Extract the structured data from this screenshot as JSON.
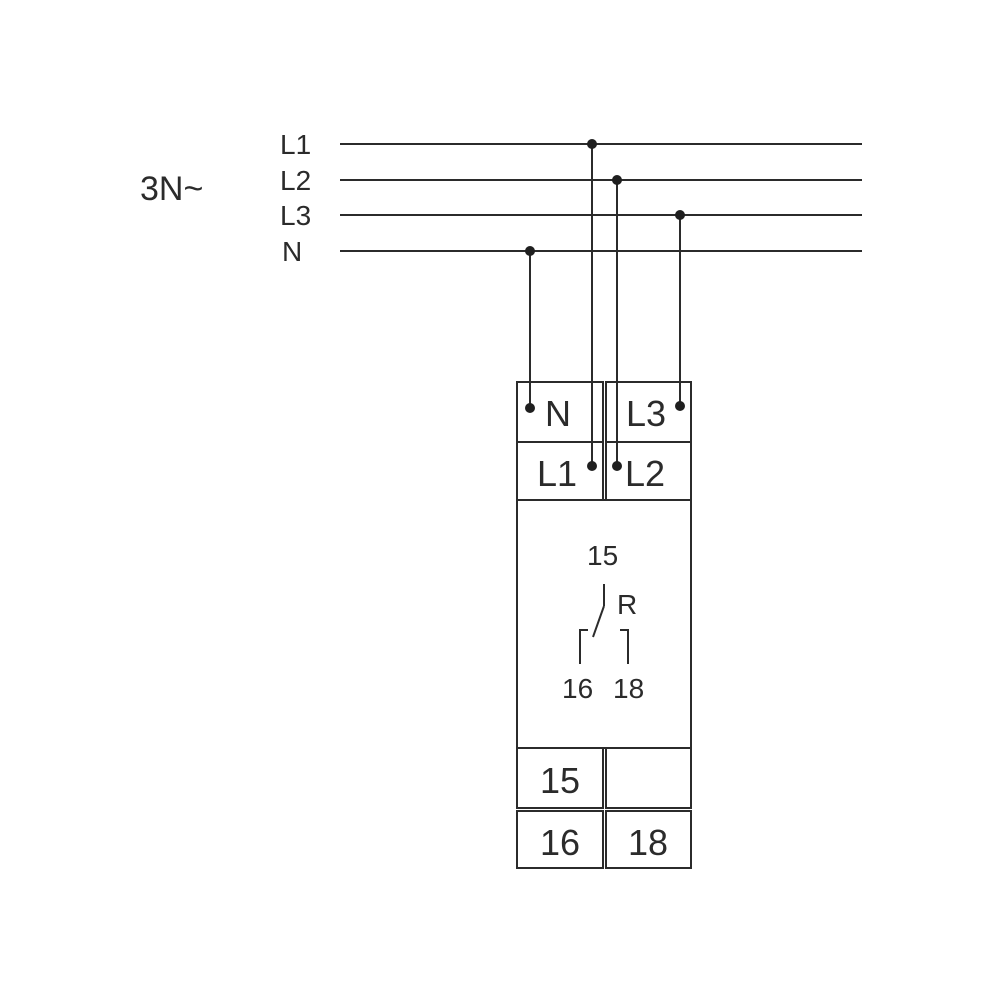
{
  "supply": {
    "system_label": "3N~",
    "line_labels": [
      "L1",
      "L2",
      "L3",
      "N"
    ]
  },
  "terminals": {
    "top_row": [
      "N",
      "L3"
    ],
    "second_row": [
      "L1",
      "L2"
    ],
    "bottom_row_1": [
      "15",
      ""
    ],
    "bottom_row_2": [
      "16",
      "18"
    ]
  },
  "relay": {
    "common": "15",
    "name": "R",
    "nc": "16",
    "no": "18"
  },
  "colors": {
    "line": "#2b2b2b",
    "background": "#ffffff"
  }
}
